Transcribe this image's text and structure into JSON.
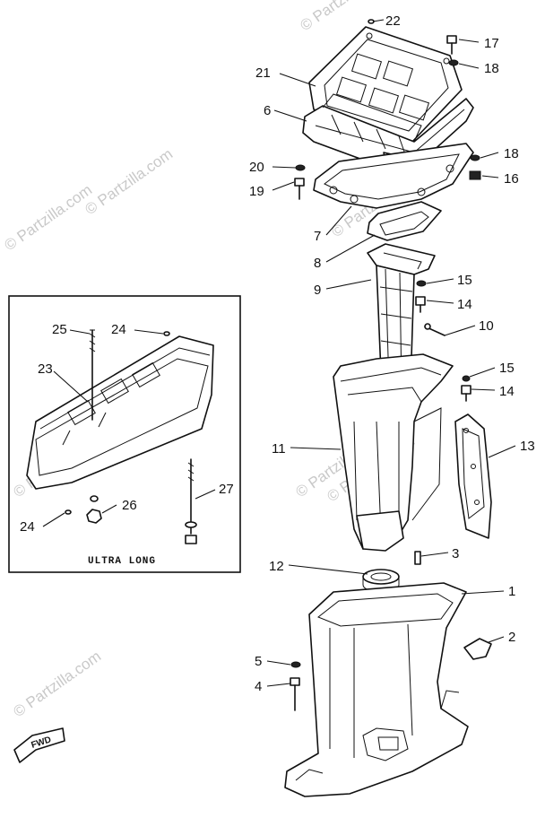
{
  "watermark": {
    "text": "© Partzilla.com"
  },
  "inset": {
    "title": "ULTRA LONG"
  },
  "direction_tag": {
    "text": "FWD"
  },
  "callouts": {
    "c1": "1",
    "c2": "2",
    "c3": "3",
    "c4": "4",
    "c5": "5",
    "c6": "6",
    "c7": "7",
    "c8": "8",
    "c9": "9",
    "c10": "10",
    "c11": "11",
    "c12": "12",
    "c13": "13",
    "c14a": "14",
    "c14b": "14",
    "c15a": "15",
    "c15b": "15",
    "c16": "16",
    "c17": "17",
    "c18a": "18",
    "c18b": "18",
    "c19": "19",
    "c20": "20",
    "c21": "21",
    "c22": "22",
    "c23": "23",
    "c24a": "24",
    "c24b": "24",
    "c25": "25",
    "c26": "26",
    "c27": "27"
  }
}
